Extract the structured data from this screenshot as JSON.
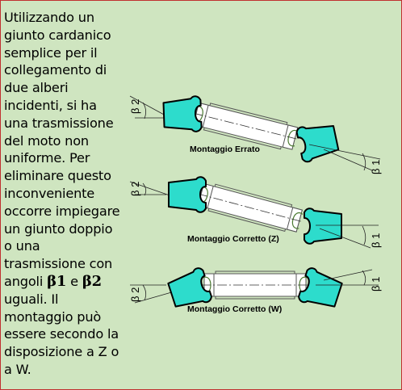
{
  "description_lines": [
    "Utilizzando un",
    "giunto cardanico",
    "semplice per il",
    "collegamento di",
    "due alberi",
    "incidenti, si ha",
    "una trasmissione",
    "del moto non",
    "uniforme. Per",
    "eliminare questo",
    "inconveniente",
    "occorre impiegare",
    "un giunto doppio",
    "o una",
    "trasmissione con"
  ],
  "angles_line": {
    "prefix": "angoli ",
    "beta1": "β1",
    "conj": " e ",
    "beta2": "β2"
  },
  "closing_lines": [
    "uguali. Il",
    "montaggio può",
    "essere secondo la",
    "disposizione a Z o",
    "a W."
  ],
  "diagrams": {
    "errato": {
      "caption": "Montaggio Errato",
      "left_angle": "β 2",
      "right_angle": "β 1"
    },
    "z": {
      "caption": "Montaggio Corretto (Z)",
      "left_angle": "β 2",
      "right_angle": "β 1"
    },
    "w": {
      "caption": "Montaggio Corretto (W)",
      "left_angle": "β 2",
      "right_angle": "β 1"
    }
  },
  "colors": {
    "background": "#cfe5c0",
    "frame_border": "#c03030",
    "fork_fill": "#2ddccc",
    "shaft_fill": "#ffffff",
    "outline": "#000000"
  }
}
